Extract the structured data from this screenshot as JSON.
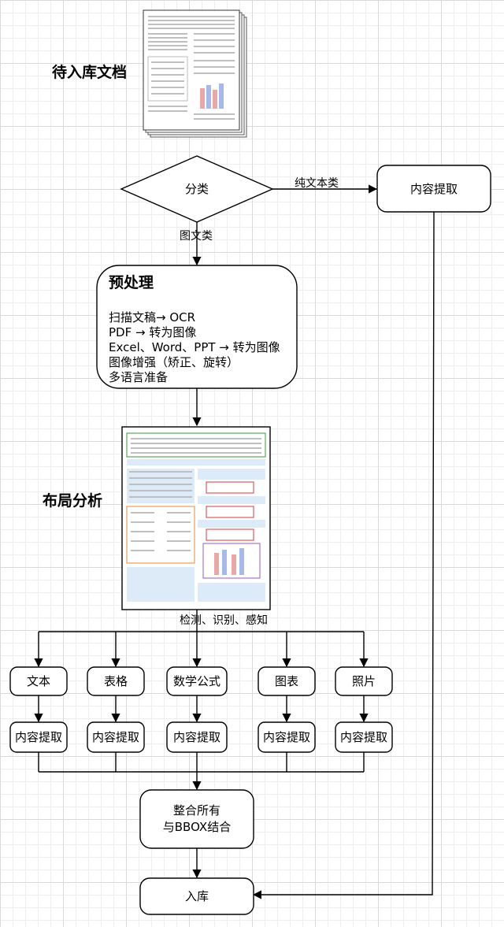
{
  "colors": {
    "node_stroke": "#000000",
    "node_fill": "#ffffff",
    "grid": "#d9d9d9",
    "doc_green": "#3a9a3a",
    "doc_red": "#d23c3c",
    "doc_highlight": "#dcebf7"
  },
  "labels": {
    "pending_docs": "待入库文档",
    "classify": "分类",
    "plain_text": "纯文本类",
    "text_image": "图文类",
    "extract_right": "内容提取",
    "preprocess_title": "预处理",
    "preprocess_lines": [
      "扫描文稿→ OCR",
      "PDF → 转为图像",
      "Excel、Word、PPT → 转为图像",
      "图像增强（矫正、旋转）",
      "多语言准备"
    ],
    "layout_analysis": "布局分析",
    "detect": "检测、识别、感知",
    "categories": [
      "文本",
      "表格",
      "数学公式",
      "图表",
      "照片"
    ],
    "extract": "内容提取",
    "merge_line1": "整合所有",
    "merge_line2": "与BBOX结合",
    "storage": "入库"
  },
  "icons": [
    "stacked-document-thumbnail-icon",
    "layout-annotated-page-thumbnail-icon",
    "arrow-head-icon"
  ]
}
